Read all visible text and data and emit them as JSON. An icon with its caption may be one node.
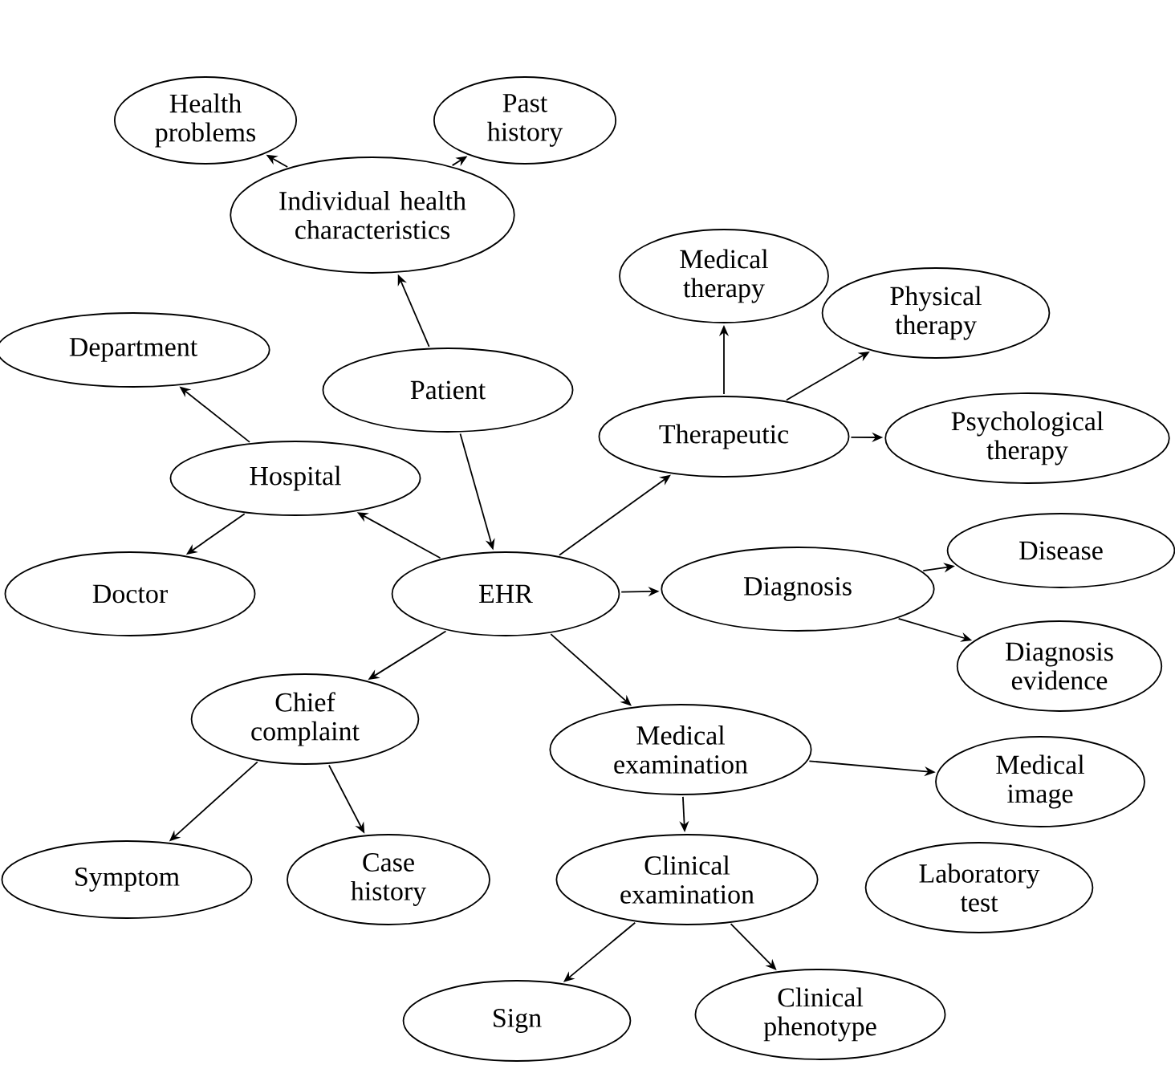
{
  "diagram": {
    "nodes": [
      {
        "text": [
          "Health problems"
        ]
      },
      {
        "text": [
          "Past history"
        ]
      },
      {
        "text": [
          "Individual health characteristics"
        ]
      },
      {
        "text": [
          "Medical therapy"
        ]
      },
      {
        "text": [
          "Physical therapy"
        ]
      },
      {
        "text": [
          "Department"
        ]
      },
      {
        "text": [
          "Patient"
        ]
      },
      {
        "text": [
          "Therapeutic"
        ]
      },
      {
        "text": [
          "Psychological therapy"
        ]
      },
      {
        "text": [
          "Hospital"
        ]
      },
      {
        "text": [
          "Doctor"
        ]
      },
      {
        "text": [
          "EHR"
        ]
      },
      {
        "text": [
          "Diagnosis"
        ]
      },
      {
        "text": [
          "Disease"
        ]
      },
      {
        "text": [
          "Diagnosis evidence"
        ]
      },
      {
        "text": [
          "Chief complaint"
        ]
      },
      {
        "text": [
          "Medical examination"
        ]
      },
      {
        "text": [
          "Medical image"
        ]
      },
      {
        "text": [
          "Symptom"
        ]
      },
      {
        "text": [
          "Case history"
        ]
      },
      {
        "text": [
          "Clinical examination"
        ]
      },
      {
        "text": [
          "Laboratory test"
        ]
      },
      {
        "text": [
          "Sign"
        ]
      },
      {
        "text": [
          "Clinical phenotype"
        ]
      }
    ],
    "edges": [
      {
        "from": 2,
        "to": 0,
        "arrow": "to"
      },
      {
        "from": 2,
        "to": 1,
        "arrow": "to"
      },
      {
        "from": 6,
        "to": 2,
        "arrow": "to"
      },
      {
        "from": 6,
        "to": 11,
        "arrow": "to"
      },
      {
        "from": 9,
        "to": 5,
        "arrow": "to"
      },
      {
        "from": 9,
        "to": 10,
        "arrow": "to"
      },
      {
        "from": 11,
        "to": 9,
        "arrow": "to"
      },
      {
        "from": 11,
        "to": 7,
        "arrow": "to"
      },
      {
        "from": 7,
        "to": 3,
        "arrow": "to"
      },
      {
        "from": 7,
        "to": 4,
        "arrow": "to"
      },
      {
        "from": 7,
        "to": 8,
        "arrow": "to"
      },
      {
        "from": 11,
        "to": 12,
        "arrow": "to"
      },
      {
        "from": 12,
        "to": 13,
        "arrow": "to"
      },
      {
        "from": 12,
        "to": 14,
        "arrow": "to"
      },
      {
        "from": 11,
        "to": 15,
        "arrow": "to"
      },
      {
        "from": 11,
        "to": 16,
        "arrow": "to"
      },
      {
        "from": 15,
        "to": 18,
        "arrow": "to"
      },
      {
        "from": 15,
        "to": 19,
        "arrow": "to"
      },
      {
        "from": 16,
        "to": 17,
        "arrow": "to"
      },
      {
        "from": 16,
        "to": 20,
        "arrow": "to"
      },
      {
        "from": 20,
        "to": 22,
        "arrow": "to"
      },
      {
        "from": 20,
        "to": 23,
        "arrow": "to"
      }
    ]
  }
}
